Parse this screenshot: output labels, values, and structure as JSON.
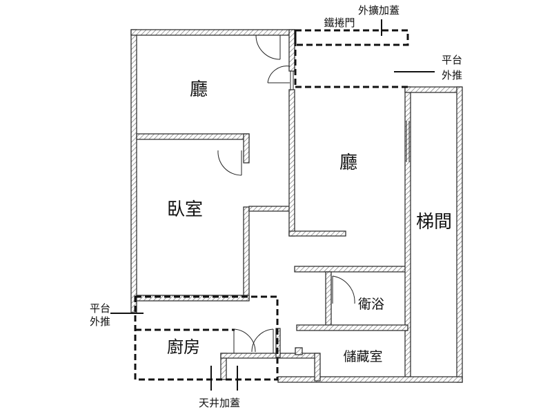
{
  "plan": {
    "rooms": {
      "living_upper_left": "廳",
      "living_center": "廳",
      "bedroom": "臥室",
      "stairwell": "梯間",
      "bathroom": "衛浴",
      "storage": "儲藏室",
      "kitchen": "廚房"
    },
    "notes": {
      "extension_cover": "外擴加蓋",
      "rolling_door": "鐵捲門",
      "platform_right_line1": "平台",
      "platform_right_line2": "外推",
      "platform_left_line1": "平台",
      "platform_left_line2": "外推",
      "lightwell_cover": "天井加蓋"
    }
  }
}
